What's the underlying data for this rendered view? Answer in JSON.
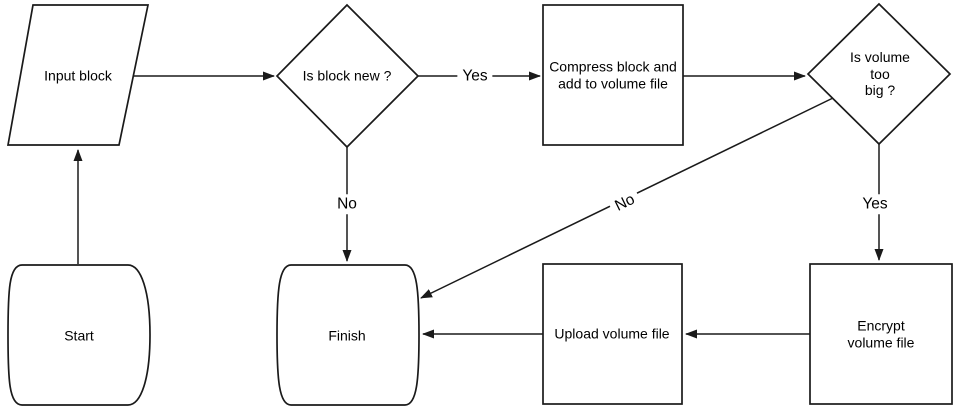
{
  "diagram": {
    "background_color": "#ffffff",
    "stroke_color": "#1a1a1a",
    "text_color": "#000000",
    "nodes": {
      "start": {
        "label": "Start",
        "shape": "terminator"
      },
      "input_block": {
        "label": "Input block",
        "shape": "parallelogram"
      },
      "is_block_new": {
        "label": "Is block new ?",
        "shape": "decision-diamond"
      },
      "compress_block": {
        "label": "Compress block and\nadd to volume file",
        "shape": "process-rectangle"
      },
      "is_volume_too_big": {
        "label": "Is volume too\nbig ?",
        "shape": "decision-diamond"
      },
      "encrypt_volume_file": {
        "label": "Encrypt volume file",
        "shape": "process-rectangle"
      },
      "upload_volume_file": {
        "label": "Upload volume file",
        "shape": "process-rectangle"
      },
      "finish": {
        "label": "Finish",
        "shape": "terminator"
      }
    },
    "edge_labels": {
      "block_new_yes": "Yes",
      "block_new_no": "No",
      "volume_big_yes": "Yes",
      "volume_big_no": "No"
    },
    "connections": [
      {
        "from": "Start",
        "to": "Input block",
        "label": ""
      },
      {
        "from": "Input block",
        "to": "Is block new ?",
        "label": ""
      },
      {
        "from": "Is block new ?",
        "to": "Compress block and add to volume file",
        "label": "Yes"
      },
      {
        "from": "Is block new ?",
        "to": "Finish",
        "label": "No"
      },
      {
        "from": "Compress block and add to volume file",
        "to": "Is volume too big ?",
        "label": ""
      },
      {
        "from": "Is volume too big ?",
        "to": "Encrypt volume file",
        "label": "Yes"
      },
      {
        "from": "Is volume too big ?",
        "to": "Finish",
        "label": "No"
      },
      {
        "from": "Encrypt volume file",
        "to": "Upload volume file",
        "label": ""
      },
      {
        "from": "Upload volume file",
        "to": "Finish",
        "label": ""
      }
    ]
  }
}
